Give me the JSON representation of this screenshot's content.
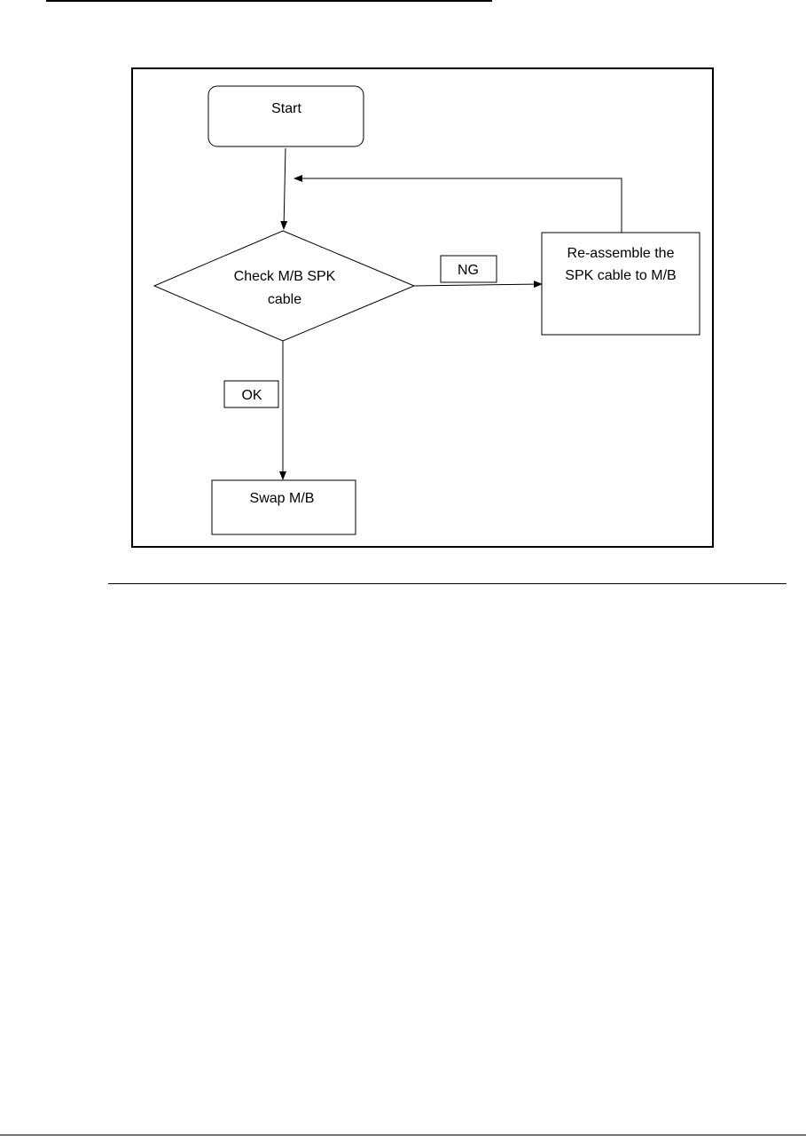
{
  "flowchart": {
    "start_label": "Start",
    "decision_label_line1": "Check M/B SPK",
    "decision_label_line2": "cable",
    "fix_label_line1": "Re-assemble the",
    "fix_label_line2": "SPK cable to M/B",
    "ng_label": "NG",
    "ok_label": "OK",
    "swap_label": "Swap M/B"
  },
  "colors": {
    "line": "#000000",
    "background": "#ffffff"
  }
}
